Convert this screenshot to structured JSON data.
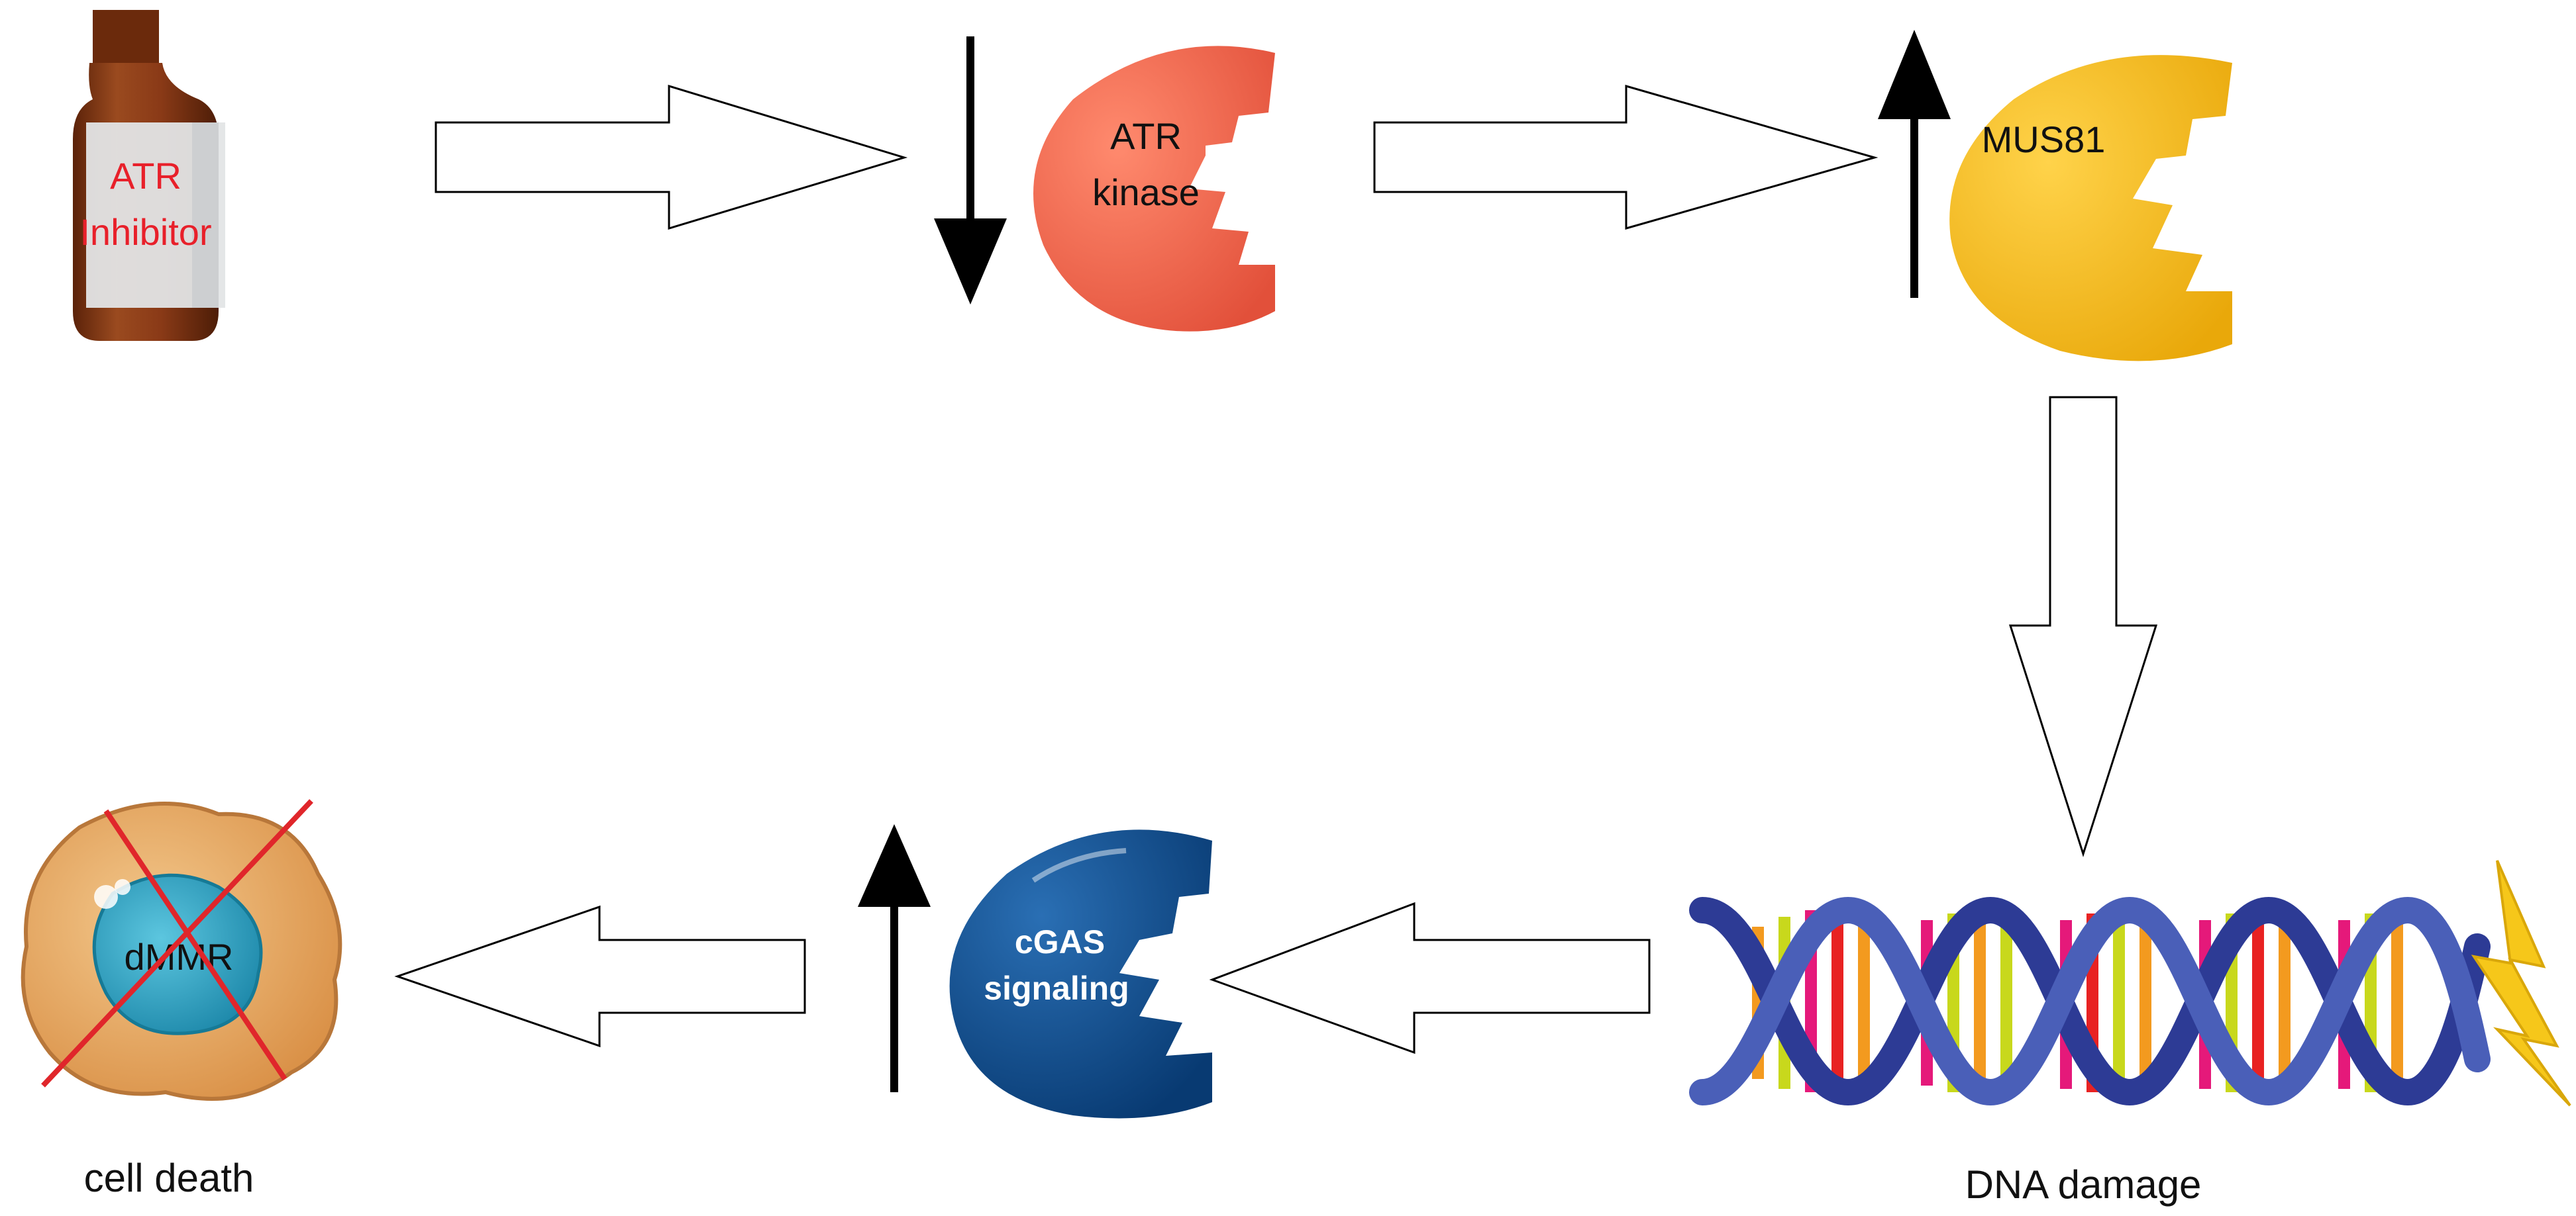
{
  "nodes": {
    "inhibitor": {
      "line1": "ATR",
      "line2": "Inhibitor"
    },
    "atr_kinase": {
      "line1": "ATR",
      "line2": "kinase"
    },
    "mus81": {
      "label": "MUS81"
    },
    "dna": {
      "caption": "DNA damage"
    },
    "cgas": {
      "line1": "cGAS",
      "line2": "signaling"
    },
    "cell": {
      "label": "dMMR",
      "caption": "cell death"
    }
  },
  "regulation": {
    "atr_kinase": "down",
    "mus81": "up",
    "cgas": "up"
  },
  "flow": [
    {
      "from": "inhibitor",
      "to": "atr_kinase"
    },
    {
      "from": "atr_kinase",
      "to": "mus81"
    },
    {
      "from": "mus81",
      "to": "dna"
    },
    {
      "from": "dna",
      "to": "cgas"
    },
    {
      "from": "cgas",
      "to": "cell"
    }
  ],
  "colors": {
    "inhibitor_text": "#e8202a",
    "bottle_glass": "#8a3a17",
    "bottle_label": "#e3e5e6",
    "atr_kinase_fill": "#f0624a",
    "mus81_fill": "#f6bf12",
    "cgas_fill": "#0c4b8e",
    "cell_fill": "#e6aa66",
    "nucleus_fill": "#2a9fc0",
    "cross_out": "#e0262b",
    "dna_backbone": "#2d3b95",
    "lightning": "#f6c71a"
  }
}
